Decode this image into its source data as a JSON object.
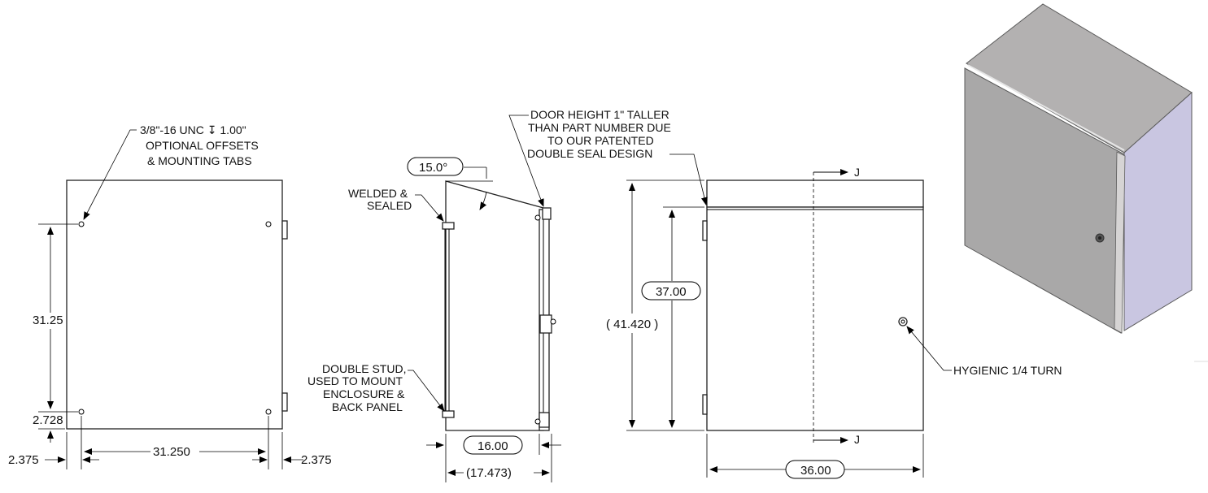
{
  "front_view": {
    "note_line1": "3/8\"-16 UNC ↧ 1.00\"",
    "note_line2": "OPTIONAL OFFSETS",
    "note_line3": "& MOUNTING TABS",
    "dim_vertical": "31.25",
    "dim_bottom_offset": "2.728",
    "dim_horizontal": "31.250",
    "dim_left_offset": "2.375",
    "dim_right_offset": "2.375"
  },
  "side_view": {
    "angle": "15.0°",
    "welded_line1": "WELDED &",
    "welded_line2": "SEALED",
    "stud_line1": "DOUBLE STUD,",
    "stud_line2": "USED TO MOUNT",
    "stud_line3": "ENCLOSURE &",
    "stud_line4": "BACK PANEL",
    "dim_depth": "16.00",
    "dim_overall_depth": "17.473"
  },
  "door_view": {
    "note_line1": "DOOR HEIGHT 1\" TALLER",
    "note_line2": "THAN PART NUMBER DUE",
    "note_line3": "TO OUR PATENTED",
    "note_line4": "DOUBLE SEAL DESIGN",
    "dim_height": "37.00",
    "dim_overall_height": "41.420",
    "dim_width": "36.00",
    "section_top": "J",
    "section_bottom": "J",
    "latch_label": "HYGIENIC 1/4 TURN"
  },
  "iso_view": {
    "colors": {
      "top": "#b3b1b1",
      "front": "#a9a8a8",
      "side": "#c9c6e1",
      "edge": "#5a5a5a"
    }
  }
}
